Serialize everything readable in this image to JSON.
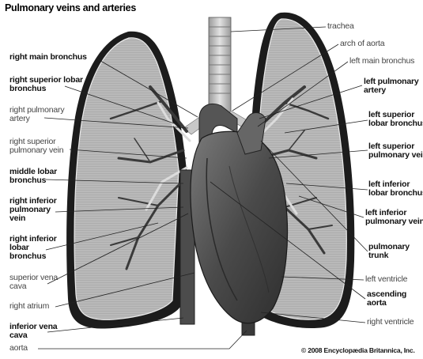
{
  "title": "Pulmonary veins and arteries",
  "copyright": "© 2008 Encyclopædia Britannica, Inc.",
  "labels_left": [
    {
      "id": "right-main-bronchus",
      "lines": [
        "right main bronchus"
      ]
    },
    {
      "id": "right-superior-lobar-bronchus",
      "lines": [
        "right superior lobar",
        "bronchus"
      ]
    },
    {
      "id": "right-pulmonary-artery",
      "lines": [
        "right pulmonary",
        "artery"
      ]
    },
    {
      "id": "right-superior-pulmonary-vein",
      "lines": [
        "right superior",
        "pulmonary vein"
      ]
    },
    {
      "id": "middle-lobar-bronchus",
      "lines": [
        "middle lobar",
        "bronchus"
      ]
    },
    {
      "id": "right-inferior-pulmonary-vein",
      "lines": [
        "right inferior",
        "pulmonary",
        "vein"
      ]
    },
    {
      "id": "right-inferior-lobar-bronchus",
      "lines": [
        "right inferior",
        "lobar",
        "bronchus"
      ]
    },
    {
      "id": "superior-vena-cava",
      "lines": [
        "superior vena",
        "cava"
      ]
    },
    {
      "id": "right-atrium",
      "lines": [
        "right atrium"
      ]
    },
    {
      "id": "inferior-vena-cava",
      "lines": [
        "inferior vena",
        "cava"
      ]
    },
    {
      "id": "aorta",
      "lines": [
        "aorta"
      ]
    }
  ],
  "labels_right": [
    {
      "id": "trachea",
      "lines": [
        "trachea"
      ]
    },
    {
      "id": "arch-of-aorta",
      "lines": [
        "arch of aorta"
      ]
    },
    {
      "id": "left-main-bronchus",
      "lines": [
        "left main bronchus"
      ]
    },
    {
      "id": "left-pulmonary-artery",
      "lines": [
        "left pulmonary",
        "artery"
      ]
    },
    {
      "id": "left-superior-lobar-bronchus",
      "lines": [
        "left superior",
        "lobar bronchus"
      ]
    },
    {
      "id": "left-superior-pulmonary-vein",
      "lines": [
        "left superior",
        "pulmonary vein"
      ]
    },
    {
      "id": "left-inferior-lobar-bronchus",
      "lines": [
        "left inferior",
        "lobar bronchus"
      ]
    },
    {
      "id": "left-inferior-pulmonary-vein",
      "lines": [
        "left inferior",
        "pulmonary vein"
      ]
    },
    {
      "id": "pulmonary-trunk",
      "lines": [
        "pulmonary",
        "trunk"
      ]
    },
    {
      "id": "left-ventricle",
      "lines": [
        "left ventricle"
      ]
    },
    {
      "id": "ascending-aorta",
      "lines": [
        "ascending",
        "aorta"
      ]
    },
    {
      "id": "right-ventricle",
      "lines": [
        "right ventricle"
      ]
    }
  ]
}
